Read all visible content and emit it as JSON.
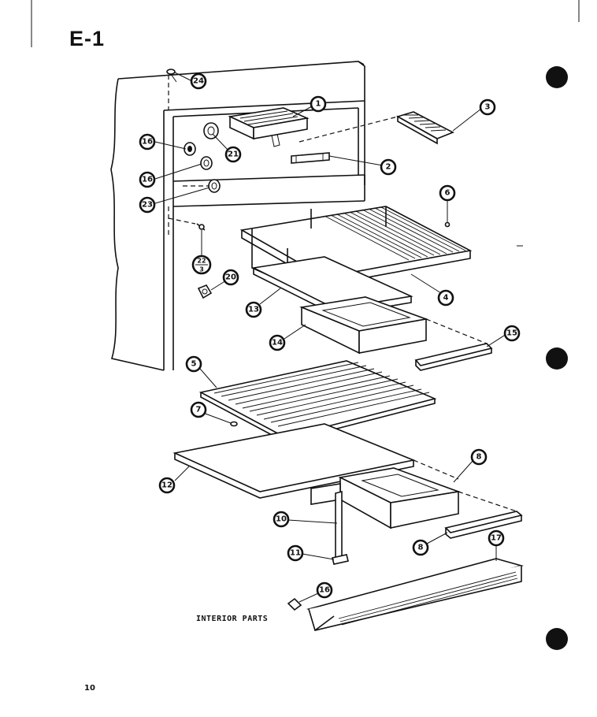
{
  "page": {
    "heading": "E-1",
    "caption": "INTERIOR PARTS",
    "page_number": "10"
  },
  "callouts": {
    "c1": "1",
    "c2": "2",
    "c3": "3",
    "c4": "4",
    "c5": "5",
    "c6": "6",
    "c7": "7",
    "c8a": "8",
    "c8b": "8",
    "c10": "10",
    "c11": "11",
    "c12": "12",
    "c13": "13",
    "c14": "14",
    "c15": "15",
    "c16a": "16",
    "c16b": "16",
    "c16c": "16",
    "c17": "17",
    "c20": "20",
    "c21": "21",
    "c23": "23",
    "c24": "24",
    "c22_top": "22",
    "c22_bottom": "3"
  }
}
